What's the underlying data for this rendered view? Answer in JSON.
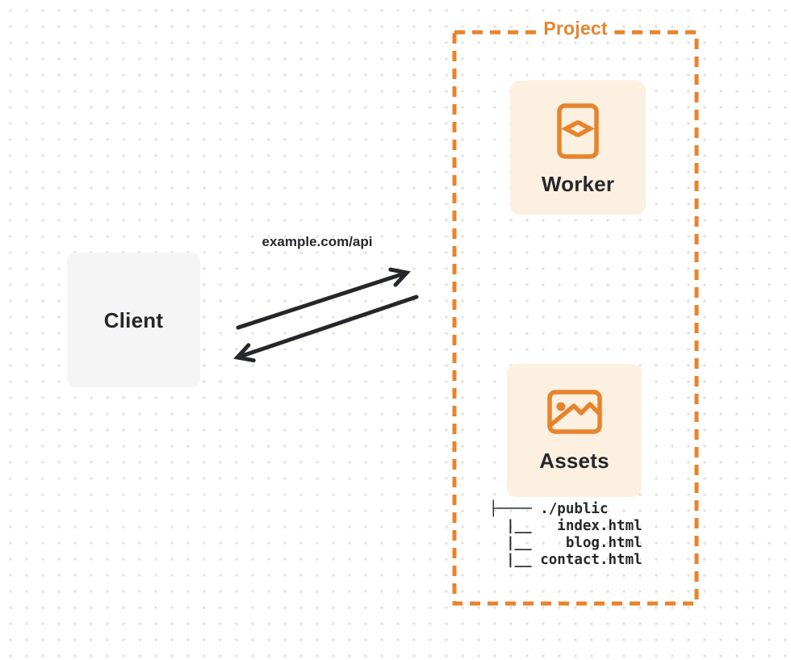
{
  "project": {
    "label": "Project"
  },
  "nodes": {
    "client": {
      "label": "Client"
    },
    "worker": {
      "label": "Worker",
      "icon": "code-icon"
    },
    "assets": {
      "label": "Assets",
      "icon": "image-icon"
    }
  },
  "request": {
    "label": "example.com/api"
  },
  "file_tree": {
    "text": "├──── ./public\n  |__   index.html\n  |__    blog.html\n  |__ contact.html"
  },
  "colors": {
    "accent_orange": "#E8832C",
    "node_card_bg": "#FCF0E0",
    "client_card_bg": "#F5F5F6",
    "ink": "#26272B",
    "dot_grid": "#E3E1DF"
  }
}
